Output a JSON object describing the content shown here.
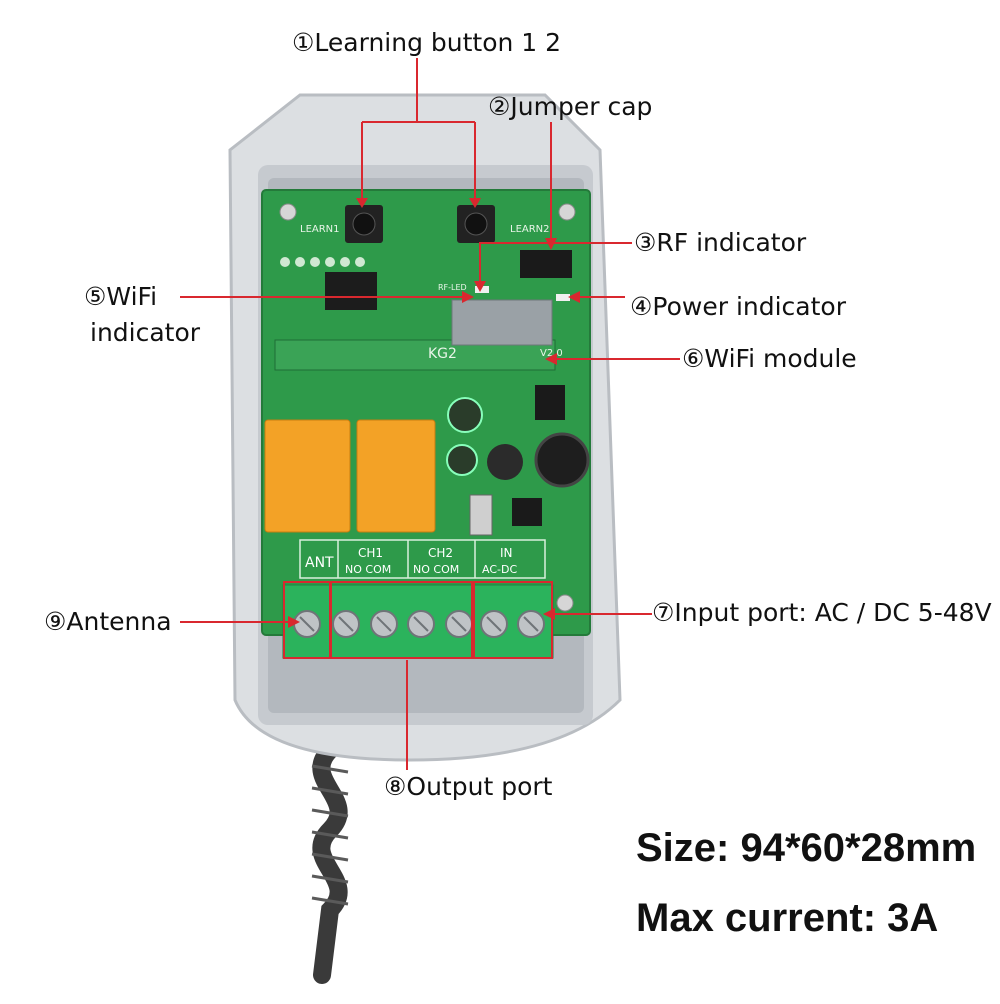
{
  "callouts": {
    "learning_button": "①Learning button 1 2",
    "jumper_cap": "②Jumper cap",
    "rf_indicator": "③RF indicator",
    "power_indicator": "④Power indicator",
    "wifi_indicator_line1": "⑤WiFi",
    "wifi_indicator_line2": "indicator",
    "wifi_module": "⑥WiFi module",
    "input_port": "⑦Input port: AC / DC 5-48V",
    "output_port": "⑧Output port",
    "antenna": "⑨Antenna"
  },
  "specs": {
    "size": "Size: 94*60*28mm",
    "max_current": "Max current: 3A"
  },
  "board_labels": {
    "learn1": "LEARN1",
    "learn2": "LEARN2",
    "model": "KG2",
    "version": "V2.0",
    "rf_led": "RF-LED",
    "ant": "ANT",
    "ch1": "CH1",
    "ch2": "CH2",
    "in": "IN",
    "no_com_1": "NO  COM",
    "no_com_2": "NO  COM",
    "ac_dc": "AC-DC"
  },
  "colors": {
    "leader_line": "#d9282f",
    "pcb": "#2e9a4a",
    "housing": "#dcdfe2",
    "relay": "#f3a226",
    "terminal": "#2bb35c"
  }
}
